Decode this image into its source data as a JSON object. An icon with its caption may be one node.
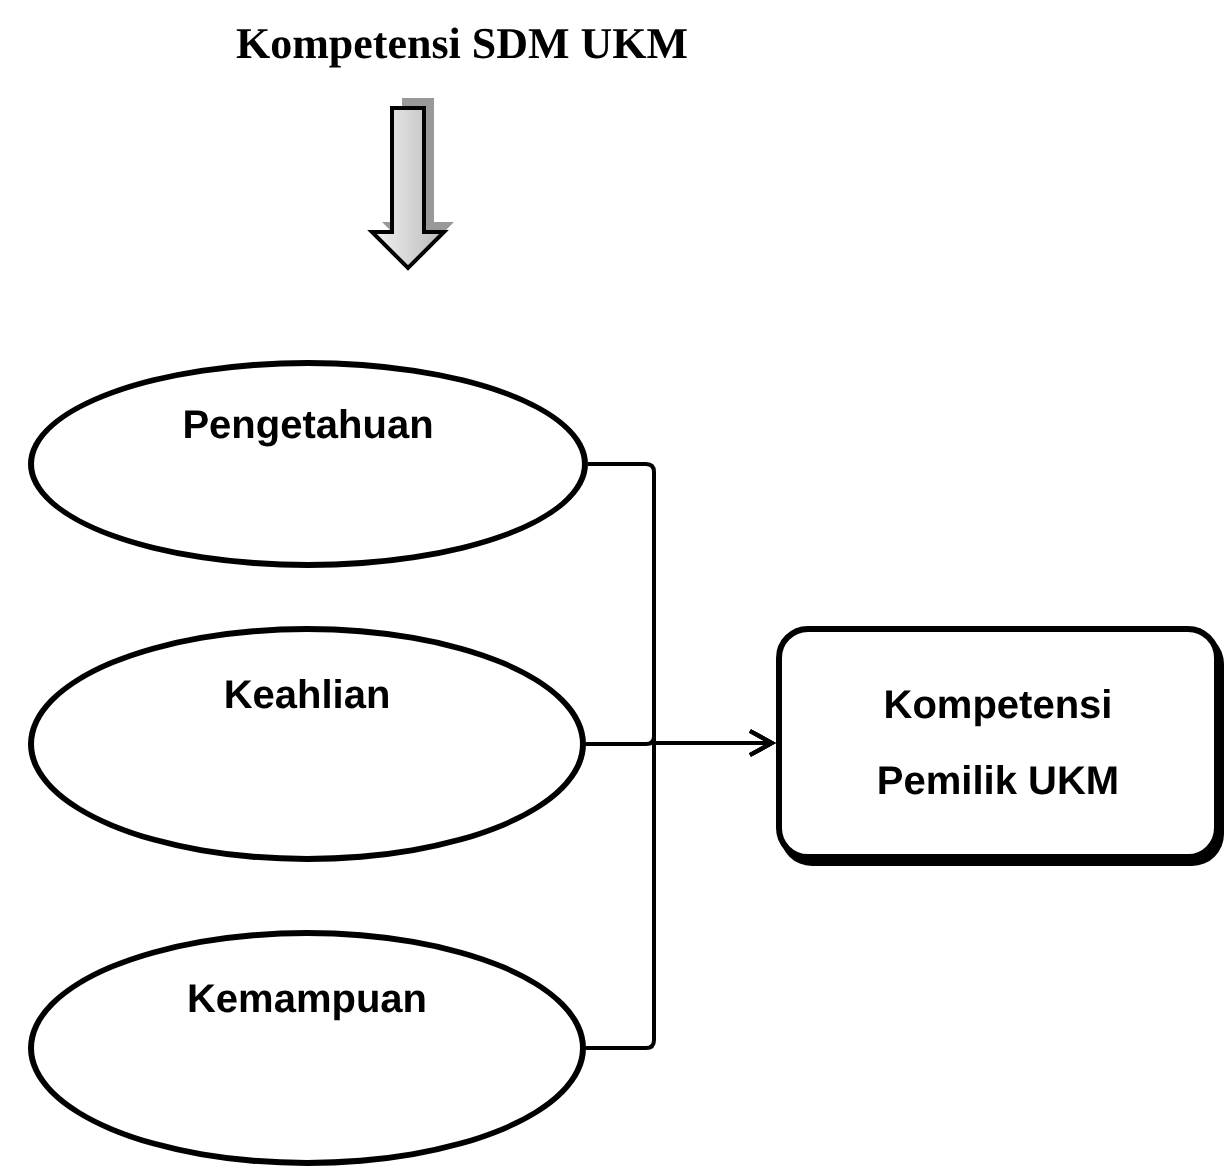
{
  "diagram": {
    "nodes": [
      {
        "text": [
          "Kompetensi SDM UKM"
        ]
      },
      {
        "text": [
          "Pengetahuan"
        ]
      },
      {
        "text": [
          "Keahlian"
        ]
      },
      {
        "text": [
          "Kemampuan"
        ]
      },
      {
        "text": [
          "Kompetensi Pemilik UKM"
        ]
      }
    ],
    "edges": [
      {
        "from": 0,
        "to": null,
        "arrow": "to",
        "style": "thick"
      },
      {
        "from": 1,
        "to": 4,
        "arrow": "to"
      },
      {
        "from": 2,
        "to": 4,
        "arrow": "to"
      },
      {
        "from": 3,
        "to": 4,
        "arrow": "to"
      }
    ]
  }
}
